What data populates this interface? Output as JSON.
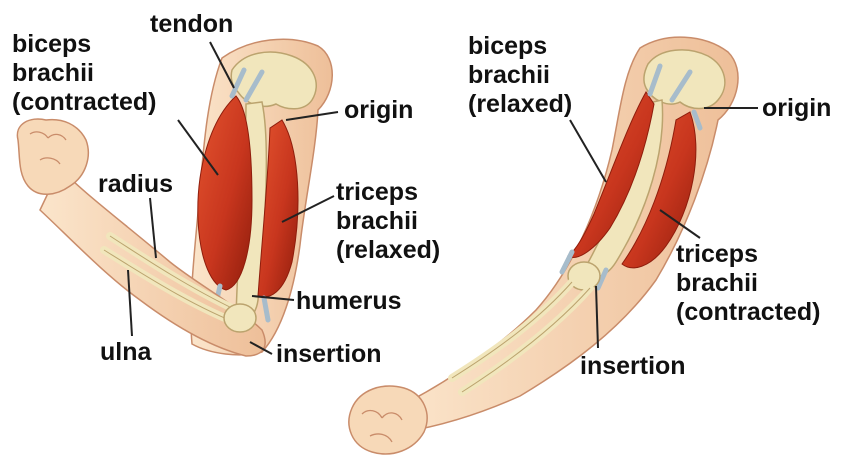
{
  "colors": {
    "skin": "#f7d9b8",
    "skin_shade": "#e7b48d",
    "skin_outline": "#c98c6a",
    "muscle": "#c8361e",
    "muscle_dark": "#9b2210",
    "bone": "#f1e6bc",
    "bone_outline": "#bba36e",
    "tendon": "#a7bccb",
    "leader": "#222222",
    "text": "#111111"
  },
  "icons": [
    "flexed-arm-illustration",
    "extended-arm-illustration"
  ],
  "labels": {
    "tendon": "tendon",
    "biceps_contracted": [
      "biceps",
      "brachii",
      "(contracted)"
    ],
    "origin_left": "origin",
    "radius": "radius",
    "triceps_relaxed": [
      "triceps",
      "brachii",
      "(relaxed)"
    ],
    "humerus": "humerus",
    "ulna": "ulna",
    "insertion_left": "insertion",
    "biceps_relaxed": [
      "biceps",
      "brachii",
      "(relaxed)"
    ],
    "origin_right": "origin",
    "triceps_contracted": [
      "triceps",
      "brachii",
      "(contracted)"
    ],
    "insertion_right": "insertion"
  }
}
